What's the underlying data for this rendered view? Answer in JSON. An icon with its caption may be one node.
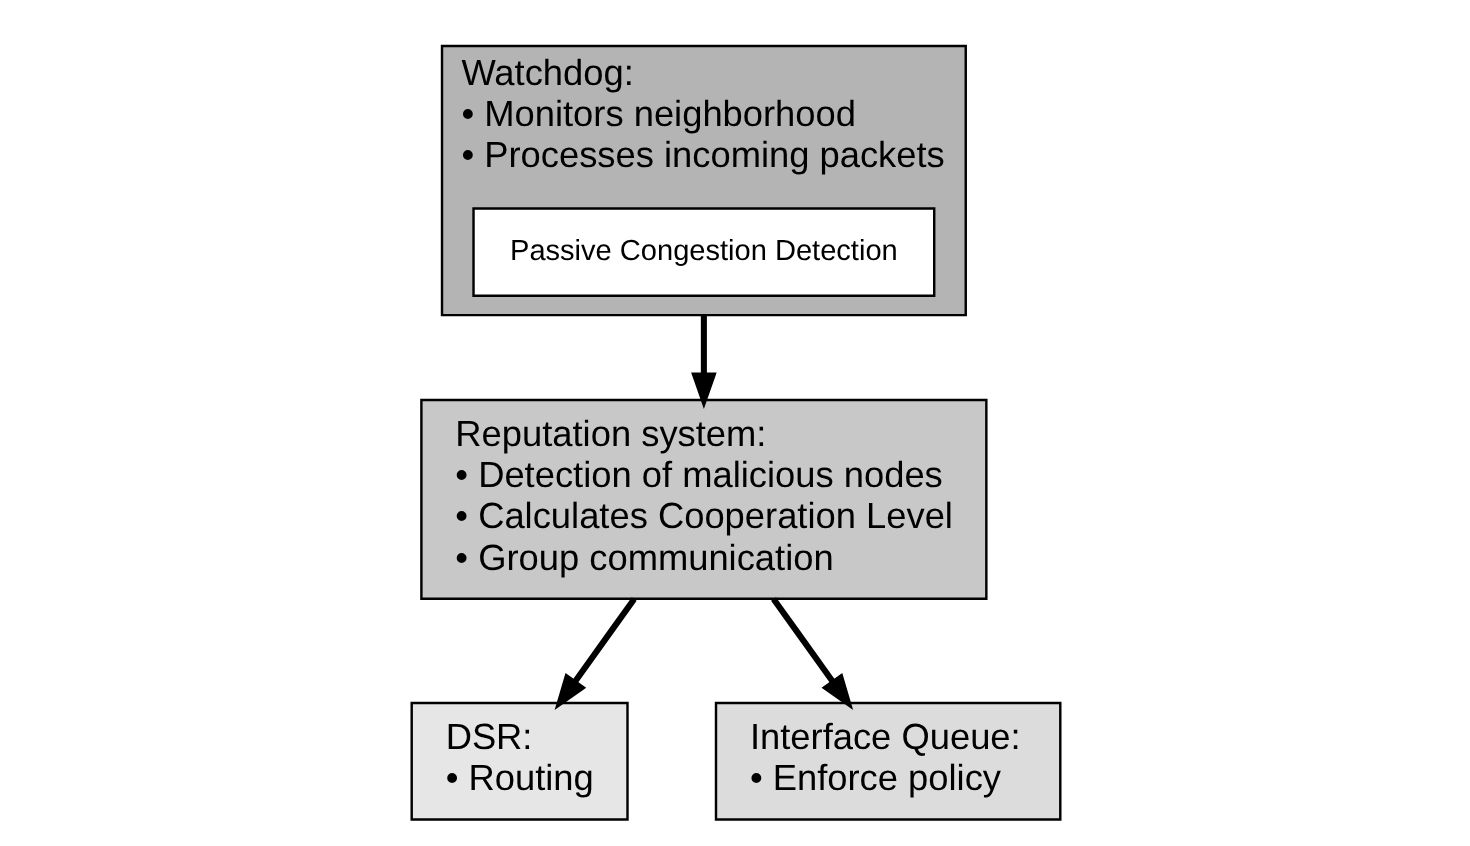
{
  "diagram": {
    "nodes": [
      {
        "text": [
          "Reputation system:",
          "• Detection of malicious nodes",
          "• Calculates Cooperation Level",
          "• Group communication"
        ]
      },
      {
        "text": [
          "Watchdog:",
          "• Monitors neighborhood",
          "• Processes incoming packets"
        ]
      },
      {
        "text": [
          "DSR:",
          "• Routing"
        ]
      },
      {
        "text": [
          "Interface Queue:",
          "• Enforce policy"
        ]
      },
      {
        "text": [
          "Passive Congestion Detection"
        ],
        "in": 1
      }
    ],
    "edges": [
      {
        "from": 1,
        "to": 0,
        "arrow": "to"
      },
      {
        "from": 0,
        "to": 2,
        "arrow": "to"
      },
      {
        "from": 0,
        "to": 3,
        "arrow": "to"
      }
    ]
  }
}
